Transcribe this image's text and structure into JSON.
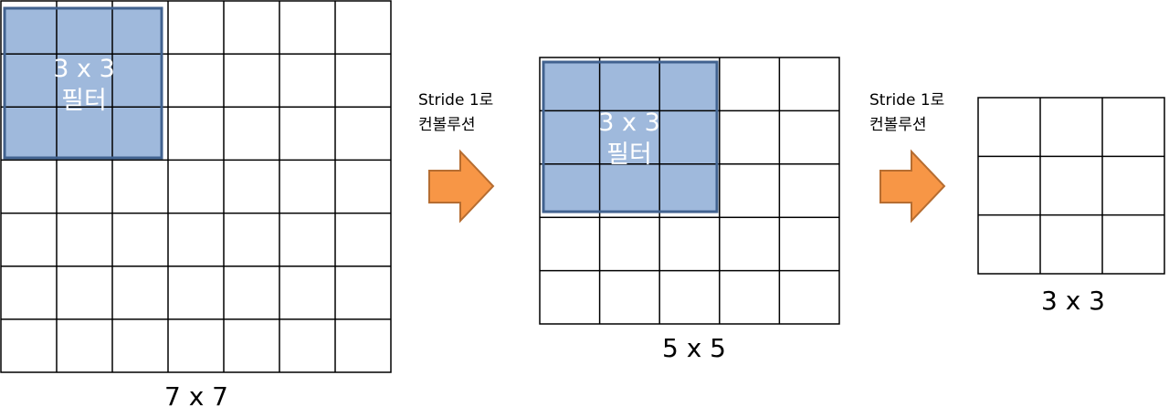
{
  "grids": [
    {
      "rows": 7,
      "cols": 7,
      "label": "7 x 7",
      "filter": {
        "rows": 3,
        "cols": 3,
        "label_line1": "3 x 3",
        "label_line2": "필터"
      }
    },
    {
      "rows": 5,
      "cols": 5,
      "label": "5 x 5",
      "filter": {
        "rows": 3,
        "cols": 3,
        "label_line1": "3 x 3",
        "label_line2": "필터"
      }
    },
    {
      "rows": 3,
      "cols": 3,
      "label": "3 x 3"
    }
  ],
  "steps": [
    {
      "line1": "Stride 1로",
      "line2": "컨볼루션"
    },
    {
      "line1": "Stride 1로",
      "line2": "컨볼루션"
    }
  ],
  "colors": {
    "filter_fill": "#9fb9dc",
    "filter_border": "#41628f",
    "arrow_fill": "#f79646",
    "arrow_stroke": "#b66d31"
  }
}
